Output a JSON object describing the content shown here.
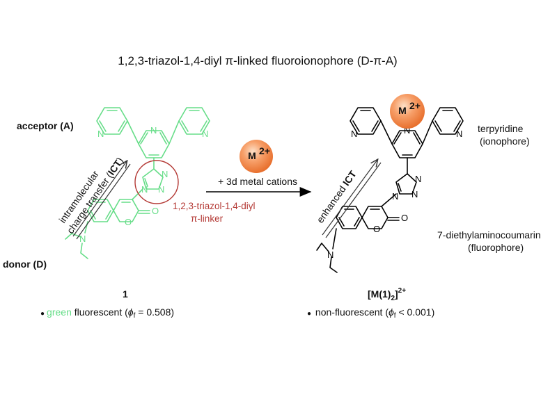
{
  "title": "1,2,3-triazol-1,4-diyl π-linked fluoroionophore (D-π-A)",
  "left": {
    "acceptor_label": "acceptor (A)",
    "donor_label": "donor (D)",
    "ict_line1": "intramolecular",
    "ict_line2": "charge transfer (",
    "ict_bold": "ICT",
    "ict_close": ")",
    "linker_line1": "1,2,3-triazol-1,4-diyl",
    "linker_line2": "π-linker",
    "compound_number": "1",
    "bullet": "●",
    "fluor_green_word": "green",
    "fluor_rest": " fluorescent (",
    "phi_symbol": "ϕ",
    "phi_sub": "f",
    "fluor_value": " = 0.508)"
  },
  "arrow": {
    "metal_label": "M",
    "metal_charge": "2+",
    "reagent_text": "+ 3d metal cations"
  },
  "right": {
    "metal_label": "M",
    "metal_charge": "2+",
    "enhanced_word": "enhanced ",
    "enhanced_bold": "ICT",
    "terpyridine": "terpyridine",
    "ionophore": "(ionophore)",
    "coumarin": "7-diethylaminocoumarin",
    "fluorophore": "(fluorophore)",
    "complex_main": "[M(1)",
    "complex_sub": "2",
    "complex_close": "]",
    "complex_charge": "2+",
    "bullet": "●",
    "nonfluor_text": " non-fluorescent (",
    "phi_symbol": "ϕ",
    "phi_sub": "f",
    "nonfluor_value": " < 0.001)"
  },
  "atoms": {
    "N": "N",
    "O": "O"
  },
  "colors": {
    "green": "#66dd88",
    "red_linker": "#b43a36",
    "orange_ball": "#f08a4b"
  }
}
